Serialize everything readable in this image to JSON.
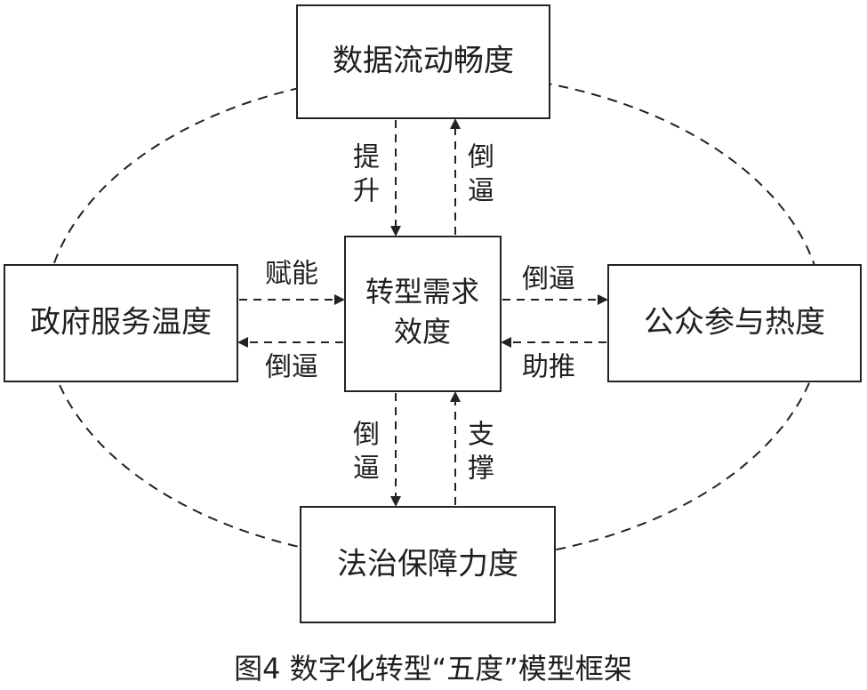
{
  "nodes": {
    "top": "数据流动畅度",
    "left": "政府服务温度",
    "center_line1": "转型需求",
    "center_line2": "效度",
    "right": "公众参与热度",
    "bottom": "法治保障力度"
  },
  "edges": {
    "top_down": [
      "提",
      "升"
    ],
    "top_up": [
      "倒",
      "逼"
    ],
    "left_right": "赋能",
    "right_left": "倒逼",
    "center_right": "倒逼",
    "right_center": "助推",
    "center_down": [
      "倒",
      "逼"
    ],
    "bottom_up": [
      "支",
      "撑"
    ]
  },
  "caption": "图4   数字化转型“五度”模型框架"
}
